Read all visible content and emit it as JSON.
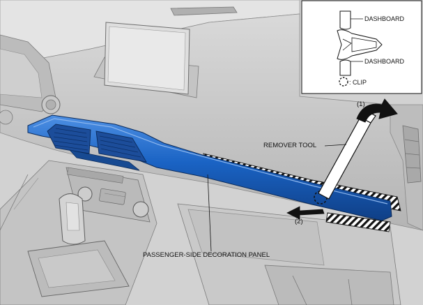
{
  "labels": {
    "dashboard_top": "DASHBOARD",
    "dashboard_bottom": "DASHBOARD",
    "clip": "CLIP",
    "step_1": "(1)",
    "step_2": "(2)",
    "remover_tool": "REMOVER TOOL",
    "panel": "PASSENGER-SIDE DECORATION PANEL"
  },
  "colors": {
    "panel": "#1a63c4",
    "panel_dark": "#0f3f86",
    "panel_light": "#4d8fe3",
    "dash": "#cfcfcf",
    "dash_dark": "#9e9e9e",
    "line": "#1a1a1a"
  }
}
